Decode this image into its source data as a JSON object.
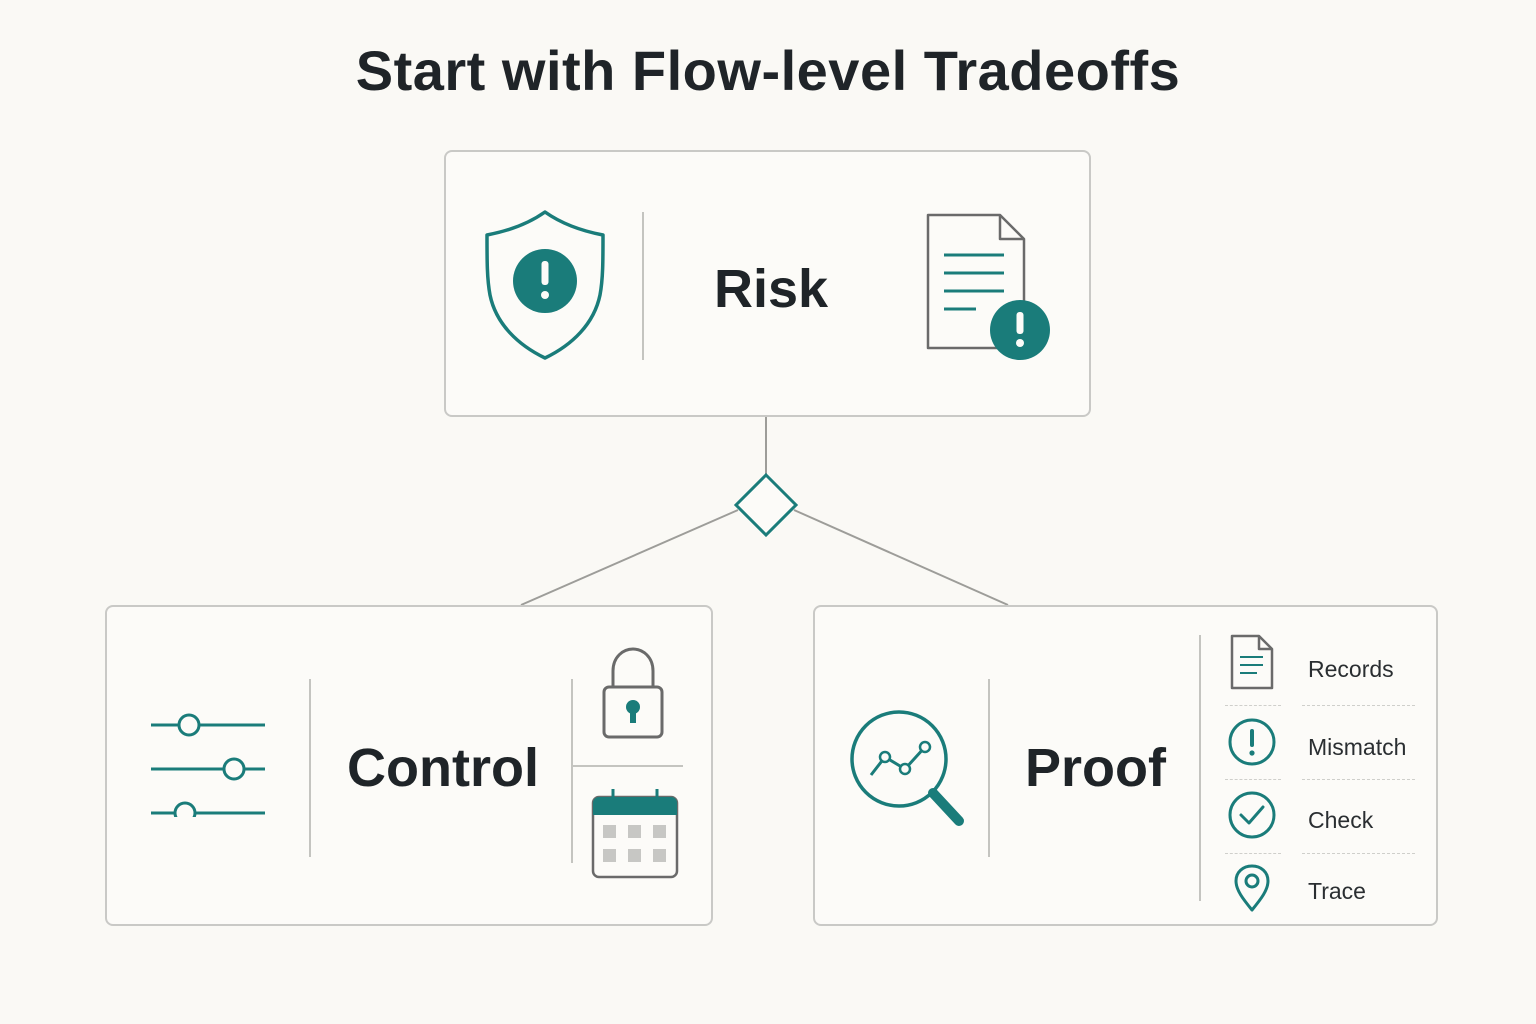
{
  "title": "Start with Flow-level Tradeoffs",
  "colors": {
    "accent": "#1a7c7a",
    "stroke": "#5a5a5a",
    "card_border": "#c9c9c6",
    "background": "#faf9f5"
  },
  "risk": {
    "label": "Risk",
    "icons": [
      "shield-alert-icon",
      "document-alert-icon"
    ]
  },
  "control": {
    "label": "Control",
    "icons": [
      "sliders-icon",
      "lock-icon",
      "calendar-icon"
    ]
  },
  "proof": {
    "label": "Proof",
    "icons": [
      "analytics-search-icon"
    ],
    "items": [
      {
        "label": "Records",
        "icon": "document-icon"
      },
      {
        "label": "Mismatch",
        "icon": "alert-circle-icon"
      },
      {
        "label": "Check",
        "icon": "check-circle-icon"
      },
      {
        "label": "Trace",
        "icon": "location-pin-icon"
      }
    ]
  },
  "connector": {
    "node_icon": "decision-diamond-icon"
  }
}
